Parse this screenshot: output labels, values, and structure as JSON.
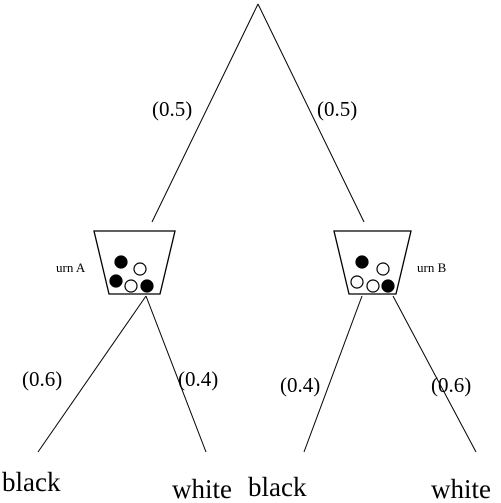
{
  "tree": {
    "root_probs": {
      "left": "(0.5)",
      "right": "(0.5)"
    },
    "urn_a": {
      "name": "urn A",
      "balls": [
        "black",
        "white",
        "black",
        "white",
        "black"
      ],
      "probs": {
        "left": "(0.6)",
        "right": "(0.4)"
      }
    },
    "urn_b": {
      "name": "urn B",
      "balls": [
        "black",
        "white",
        "white",
        "white",
        "black"
      ],
      "probs": {
        "left": "(0.4)",
        "right": "(0.6)"
      }
    },
    "leaves": {
      "a_left": "black",
      "a_right": "white",
      "b_left": "black",
      "b_right": "white"
    }
  }
}
